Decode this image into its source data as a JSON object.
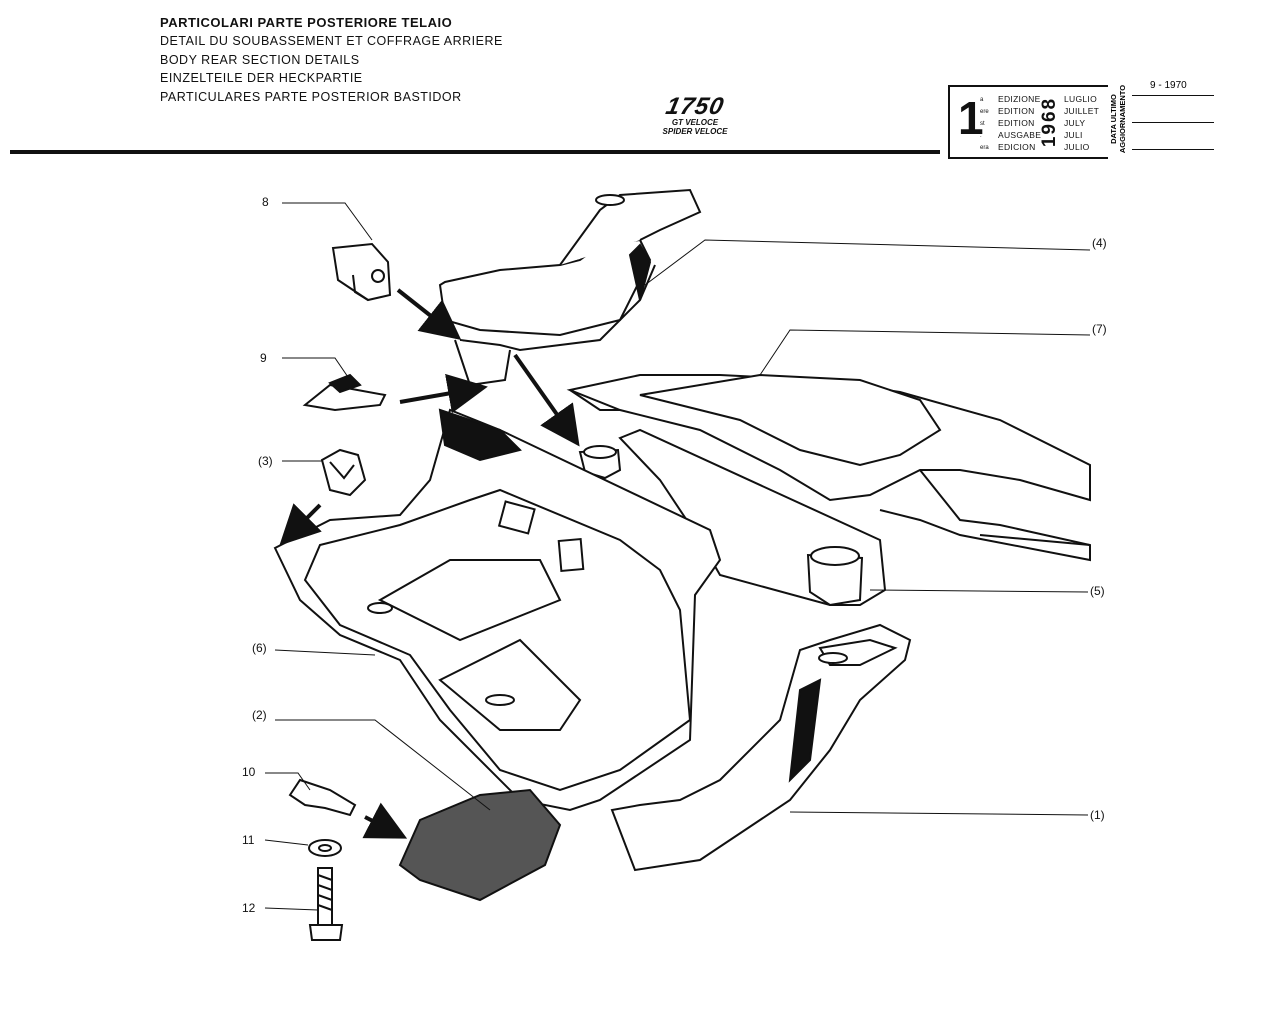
{
  "header": {
    "titles": [
      "PARTICOLARI PARTE POSTERIORE TELAIO",
      "DETAIL DU SOUBASSEMENT ET COFFRAGE ARRIERE",
      "BODY REAR SECTION DETAILS",
      "EINZELTEILE DER HECKPARTIE",
      "PARTICULARES PARTE POSTERIOR BASTIDOR"
    ],
    "model_number": "1750",
    "model_variants": [
      "GT VELOCE",
      "SPIDER VELOCE"
    ]
  },
  "edition": {
    "number": "1",
    "suffixes": [
      "a",
      "ere",
      "st",
      ".",
      "era"
    ],
    "labels": [
      "EDIZIONE",
      "EDITION",
      "EDITION",
      "AUSGABE",
      "EDICION"
    ],
    "year": "1968",
    "months": [
      "LUGLIO",
      "JUILLET",
      "JULY",
      "JULI",
      "JULIO"
    ],
    "last_update_label": "DATA ULTIMO AGGIORNAMENTO",
    "last_update_value": "9 - 1970"
  },
  "callouts": {
    "c1": "(1)",
    "c2": "(2)",
    "c3": "(3)",
    "c4": "(4)",
    "c5": "(5)",
    "c6": "(6)",
    "c7": "(7)",
    "c8": "8",
    "c9": "9",
    "c10": "10",
    "c11": "11",
    "c12": "12"
  }
}
